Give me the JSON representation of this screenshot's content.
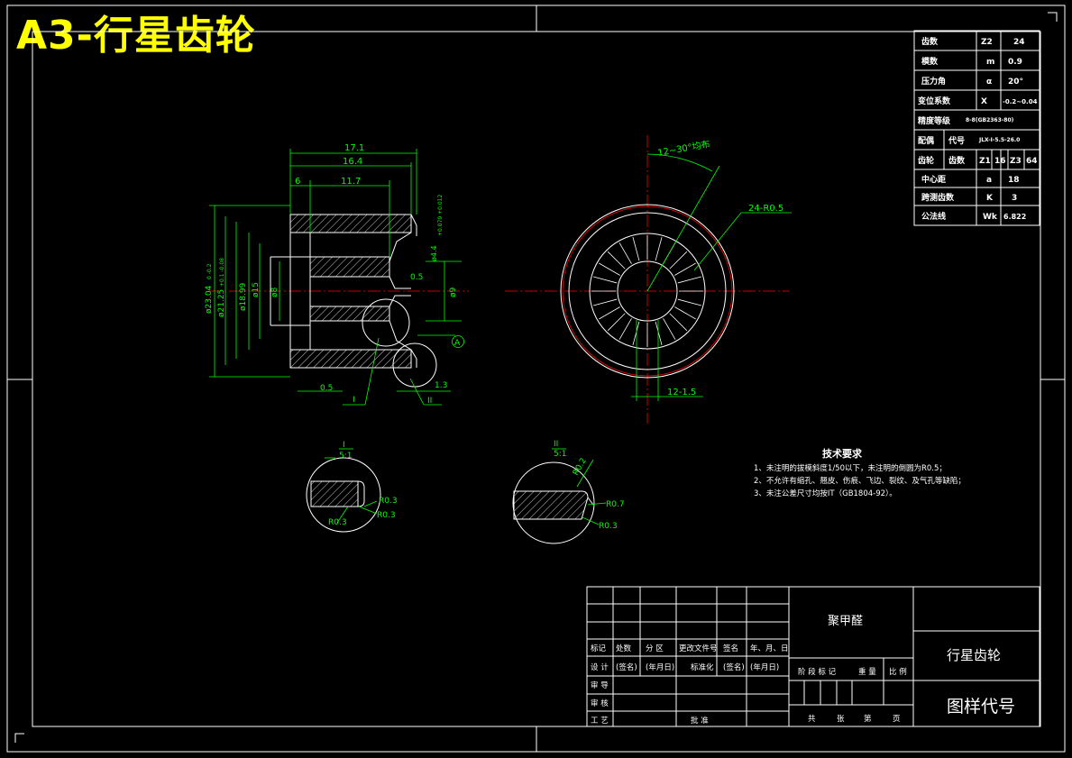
{
  "banner": "A3-行星齿轮",
  "colors": {
    "background": "#000000",
    "frame": "#ffffff",
    "dim": "#00ff00",
    "center": "#ff0000",
    "banner": "#ffff00"
  },
  "gear_table": [
    [
      "齿数",
      "Z2",
      "24"
    ],
    [
      "模数",
      "m",
      "0.9"
    ],
    [
      "压力角",
      "α",
      "20°"
    ],
    [
      "变位系数",
      "X",
      "-0.2~0.04"
    ],
    [
      "精度等级",
      "8-8(GB2363-80)",
      ""
    ],
    [
      "配偶",
      "代号",
      "JLX-I-5.5-26.0"
    ],
    [
      "齿轮",
      "齿数",
      "Z1",
      "16",
      "Z3",
      "64"
    ],
    [
      "中心距",
      "a",
      "18"
    ],
    [
      "跨测齿数",
      "K",
      "3"
    ],
    [
      "公法线",
      "Wk",
      "6.822"
    ]
  ],
  "dims": {
    "d17_1": "17.1",
    "d16_4": "16.4",
    "d6": "6",
    "d11_7": "11.7",
    "od": "ø23.04",
    "od_tol": "0 -0.2",
    "rd": "ø21.25",
    "rd_tol": "+0.1 -0.08",
    "d18_99": "ø18.99",
    "d15": "ø15",
    "d8": "ø8",
    "d9": "ø9",
    "d0_5a": "0.5",
    "d0_5b": "0.5",
    "d1_3": "1.3",
    "tooth": "ø4.4",
    "tooth_tol": "+0.079 +0.012",
    "det1": "I",
    "det2": "II",
    "datum": "A",
    "angle": "12~30°均布",
    "r_teeth": "24-R0.5",
    "bottom": "12-1.5"
  },
  "detail1": {
    "title": "I",
    "scale": "5:1",
    "r1": "R0.3",
    "r2": "R0.3",
    "r3": "R0.3"
  },
  "detail2": {
    "title": "II",
    "scale": "5:1",
    "r1": "R0.2",
    "r2": "R0.7",
    "r3": "R0.3"
  },
  "tech": {
    "title": "技术要求",
    "lines": [
      "1、未注明的拔模斜度1/50以下，未注明的倒圆为R0.5；",
      "2、不允许有缩孔、翘皮、伤痕、飞边、裂纹、及气孔等缺陷；",
      "3、未注公差尺寸均按IT（GB1804-92）。"
    ]
  },
  "title_block": {
    "material": "聚甲醛",
    "part_name": "行星齿轮",
    "drawing_no": "图样代号",
    "hdr": [
      "标记",
      "处数",
      "分 区",
      "更改文件号",
      "签名",
      "年、月、日"
    ],
    "r1": [
      "设 计",
      "(签名)",
      "(年月日)",
      "标准化",
      "(签名)",
      "(年月日)"
    ],
    "checker": "审 导",
    "review": "审 核",
    "process": "工 艺",
    "approve": "批 准",
    "stage": [
      "阶 段 标 记",
      "重 量",
      "比 例"
    ],
    "sheets": [
      "共",
      "张",
      "第",
      "页"
    ]
  }
}
